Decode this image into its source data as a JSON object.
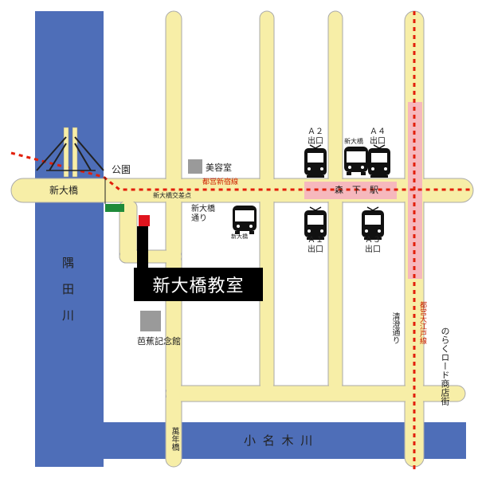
{
  "map": {
    "colors": {
      "river": "#4e6eb8",
      "road": "#f7eea7",
      "road_outline": "#aaaaaa",
      "rail": "#e21f0a",
      "station_band": "#f6b8bd",
      "building": "#9a9a9a",
      "school_marker": "#e0141e",
      "park": "#1f8a3a"
    },
    "labels": {
      "river_sumida": "隅 田 川",
      "river_onagi": "小 名 木 川",
      "shin_ohashi": "新大橋",
      "park": "公園",
      "biyoshitsu": "美容室",
      "intersection": "新大橋交差点",
      "shinjuku_line": "都営新宿線",
      "morishita_station": "森　下　駅",
      "shin_ohashi_dori": "新大橋\n通り",
      "bus_stop": "新大橋",
      "exit_a2": "Ａ２\n出口",
      "exit_a4": "Ａ４\n出口",
      "bus_shin_ohashi_top": "新大橋",
      "exit_a1": "Ａ１\n出口",
      "exit_a3": "Ａ３\n出口",
      "school": "新大橋教室",
      "basho_museum": "芭蕉記念館",
      "kiyosumi_dori": "清澄通り",
      "oedo_line": "都営大江戸線",
      "noraku_road": "のらくロード商店街",
      "mannen_bashi": "萬年橋"
    },
    "icons": [
      "train-front-icon",
      "bus-front-icon",
      "suspension-bridge-icon"
    ]
  }
}
